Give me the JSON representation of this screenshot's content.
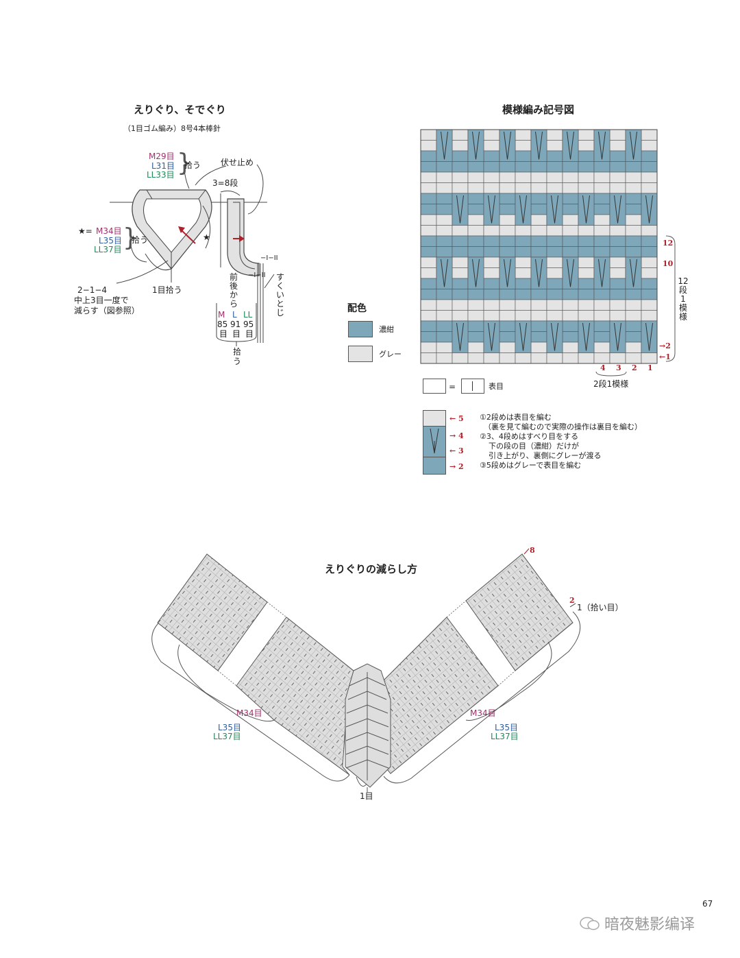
{
  "neck_sleeve": {
    "title": "えりぐり、そでぐり",
    "subtitle": "（1目ゴム編み）8号4本棒針",
    "pickup_top": {
      "m": "M29目",
      "l": "L31目",
      "ll": "LL33目",
      "label": "拾う"
    },
    "bind_off": "伏せ止め",
    "rows_note": "3=8段",
    "pickup_side": {
      "prefix": "★=",
      "m": "M34目",
      "l": "L35目",
      "ll": "LL37目",
      "label": "拾う"
    },
    "star": "★",
    "decrease_note": [
      "2−1−4",
      "中上3目一度で",
      "減らす（図参照）"
    ],
    "pick_one": "1目拾う",
    "mark_i_ii": "−I−II",
    "front_back": [
      "前",
      "後",
      "か",
      "ら"
    ],
    "sukui": [
      "す",
      "く",
      "い",
      "と",
      "じ"
    ],
    "sizes": {
      "m": "M",
      "l": "L",
      "ll": "LL"
    },
    "counts": [
      "85",
      "91",
      "95"
    ],
    "unit": "目",
    "pick_label": [
      "拾",
      "う"
    ]
  },
  "pattern_chart": {
    "title": "模様編み記号図",
    "colors_title": "配色",
    "dark_label": "濃紺",
    "gray_label": "グレー",
    "dark_color": "#7fa7ba",
    "gray_color": "#e4e4e4",
    "row_labels": [
      "12",
      "10",
      "2",
      "1"
    ],
    "repeat_note": [
      "12",
      "段",
      "1",
      "模",
      "様"
    ],
    "col_labels": [
      "4",
      "3",
      "2",
      "1"
    ],
    "repeat_width": "2段1模様",
    "legend_eq": "=",
    "legend_knit": "表目",
    "legend_rows": [
      "5",
      "4",
      "3",
      "2"
    ],
    "instructions": [
      "①2段めは表目を編む",
      "（裏を見て編むので実際の操作は裏目を編む）",
      "②3、4段めはすべり目をする",
      "下の段の目（濃紺）だけが",
      "引き上がり、裏側にグレーが渡る",
      "③5段めはグレーで表目を編む"
    ]
  },
  "neck_decrease": {
    "title": "えりぐりの減らし方",
    "row8": "8",
    "row2": "2",
    "row1": "1（拾い目）",
    "left": {
      "m": "M34目",
      "l": "L35目",
      "ll": "LL37目"
    },
    "right": {
      "m": "M34目",
      "l": "L35目",
      "ll": "LL37目"
    },
    "center": "1目"
  },
  "page_number": "67",
  "watermark": "暗夜魅影编译"
}
